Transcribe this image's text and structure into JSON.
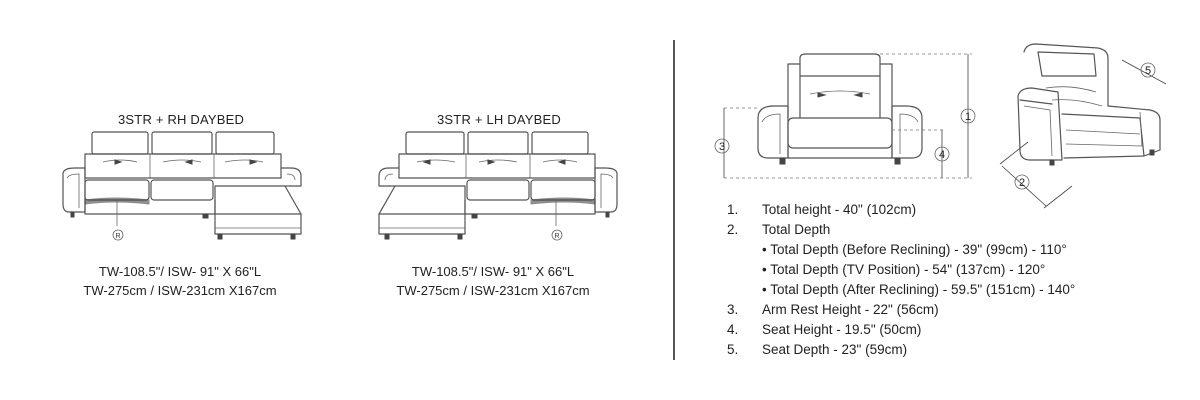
{
  "left_sofa": {
    "title": "3STR + RH DAYBED",
    "marker": "R",
    "dims_line1": "TW-108.5\"/ ISW- 91\" X 66\"L",
    "dims_line2": "TW-275cm / ISW-231cm X167cm"
  },
  "right_sofa": {
    "title": "3STR + LH DAYBED",
    "marker": "R",
    "dims_line1": "TW-108.5\"/ ISW- 91\" X 66\"L",
    "dims_line2": "TW-275cm / ISW-231cm X167cm"
  },
  "callouts": [
    "1",
    "2",
    "3",
    "4",
    "5"
  ],
  "specs": [
    {
      "num": "1.",
      "text": "Total height - 40\" (102cm)"
    },
    {
      "num": "2.",
      "text": "Total Depth",
      "sub": [
        "• Total Depth (Before Reclining) - 39\" (99cm) - 110°",
        "• Total Depth (TV Position) - 54\" (137cm) - 120°",
        "• Total Depth (After Reclining) - 59.5\" (151cm) - 140°"
      ]
    },
    {
      "num": "3.",
      "text": "Arm Rest Height - 22\" (56cm)"
    },
    {
      "num": "4.",
      "text": "Seat Height - 19.5\" (50cm)"
    },
    {
      "num": "5.",
      "text": "Seat Depth - 23\" (59cm)"
    }
  ]
}
